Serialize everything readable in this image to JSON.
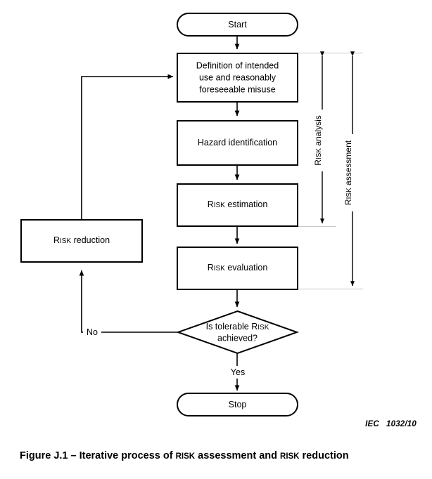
{
  "figure": {
    "caption_prefix": "Figure J.1 – Iterative process of ",
    "caption_sc1": "RISK",
    "caption_mid": " assessment and ",
    "caption_sc2": "RISK",
    "caption_suffix": " reduction",
    "reference": "IEC   1032/10"
  },
  "nodes": {
    "start": {
      "label": "Start",
      "shape": "terminator"
    },
    "definition": {
      "line1": "Definition of intended",
      "line2": "use and reasonably",
      "line3": "foreseeable misuse",
      "shape": "process"
    },
    "hazard": {
      "label": "Hazard identification",
      "shape": "process"
    },
    "estimation": {
      "label_sc": "R",
      "label_sc_rest": "ISK",
      "label_rest": " estimation",
      "shape": "process"
    },
    "evaluation": {
      "label_sc": "R",
      "label_sc_rest": "ISK",
      "label_rest": " evaluation",
      "shape": "process"
    },
    "decision": {
      "line1_a": "Is tolerable ",
      "line1_sc": "R",
      "line1_sc_rest": "ISK",
      "line2": "achieved?",
      "shape": "decision"
    },
    "reduction": {
      "label_sc": "R",
      "label_sc_rest": "ISK",
      "label_rest": " reduction",
      "shape": "process"
    },
    "stop": {
      "label": "Stop",
      "shape": "terminator"
    }
  },
  "edge_labels": {
    "no": "No",
    "yes": "Yes"
  },
  "brackets": {
    "analysis": {
      "sc": "R",
      "sc_rest": "ISK",
      "rest": " analysis"
    },
    "assessment": {
      "sc": "R",
      "sc_rest": "ISK",
      "rest": " assessment"
    }
  },
  "colors": {
    "stroke": "#000000",
    "fill": "#ffffff",
    "guide": "#c8c8c8"
  }
}
